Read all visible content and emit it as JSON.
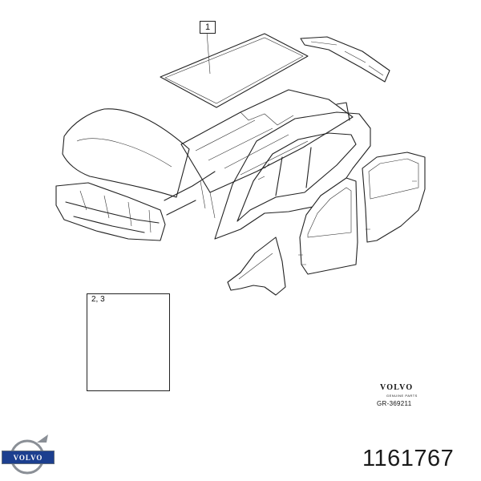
{
  "diagram": {
    "callout_1": "1",
    "callout_kit": "2, 3",
    "brand": {
      "name": "VOLVO",
      "subtitle": "GENUINE PARTS"
    },
    "reference_code": "GR-369211",
    "logo_text": "VOLVO"
  },
  "part_number": "1161767",
  "colors": {
    "line": "#222222",
    "logo_blue": "#1c3f8f",
    "logo_ring": "#8a8f96"
  }
}
